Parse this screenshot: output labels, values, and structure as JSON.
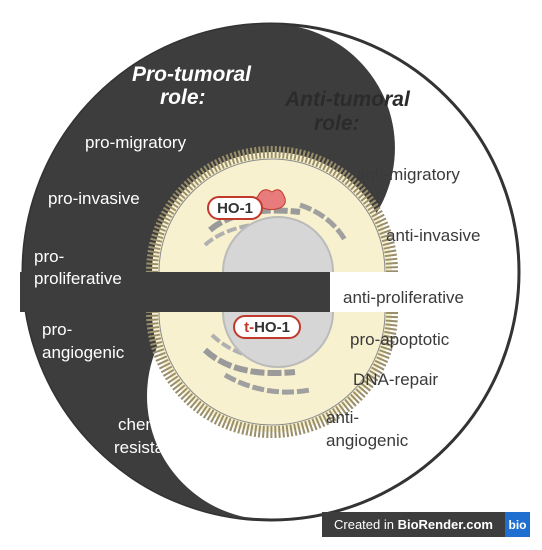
{
  "titles": {
    "pro_line1": "Pro-tumoral",
    "pro_line2": "role:",
    "anti_line1": "Anti-tumoral",
    "anti_line2": "role:"
  },
  "pro_labels": {
    "migratory": "pro-migratory",
    "invasive": "pro-invasive",
    "proliferative_1": "pro-",
    "proliferative_2": "proliferative",
    "angiogenic_1": "pro-",
    "angiogenic_2": "angiogenic",
    "chemo_1": "chemo-",
    "chemo_2": "resistance"
  },
  "anti_labels": {
    "migratory": "anti-migratory",
    "invasive": "anti-invasive",
    "proliferative": "anti-proliferative",
    "apoptotic": "pro-apoptotic",
    "dna_repair": "DNA-repair",
    "angiogenic_1": "anti-",
    "angiogenic_2": "angiogenic"
  },
  "proteins": {
    "ho1": "HO-1",
    "tho1_prefix": "t-",
    "tho1_main": "HO-1"
  },
  "badge": {
    "prefix": "Created in ",
    "brand": "BioRender.com",
    "logo": "bio"
  },
  "colors": {
    "dark_region": "#3d3d3d",
    "cell_fill": "#f7f1cf",
    "nucleus": "#d9d9d9",
    "protein_outline": "#c0392b",
    "brand_blue": "#1f6fd1"
  }
}
